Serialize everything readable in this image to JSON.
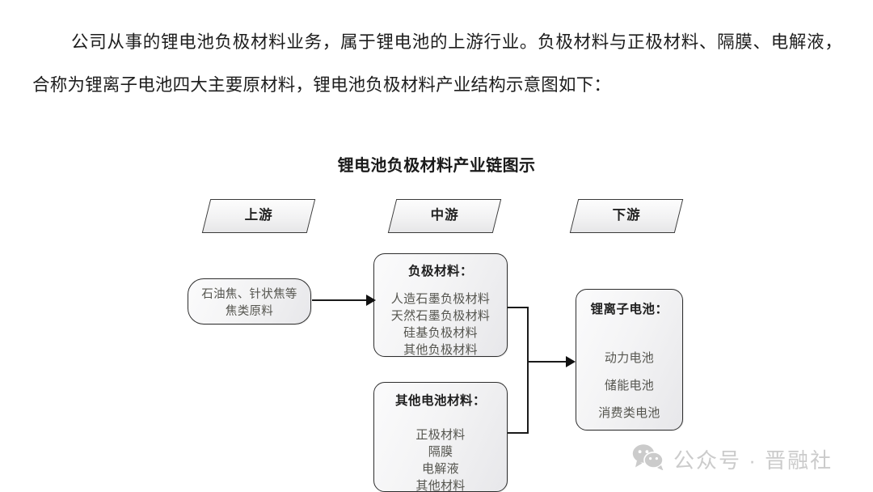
{
  "document": {
    "paragraph": "公司从事的锂电池负极材料业务，属于锂电池的上游行业。负极材料与正极材料、隔膜、电解液，合称为锂离子电池四大主要原材料，锂电池负极材料产业结构示意图如下："
  },
  "figure": {
    "title": "锂电池负极材料产业链图示",
    "stages": [
      {
        "id": "upstream",
        "label": "上游"
      },
      {
        "id": "midstream",
        "label": "中游"
      },
      {
        "id": "downstream",
        "label": "下游"
      }
    ],
    "nodes": {
      "upstream_raw": {
        "lines": [
          "石油焦、针状焦等",
          "焦类原料"
        ]
      },
      "anode_materials": {
        "title": "负极材料：",
        "items": [
          "人造石墨负极材料",
          "天然石墨负极材料",
          "硅基负极材料",
          "其他负极材料"
        ]
      },
      "other_battery_materials": {
        "title": "其他电池材料：",
        "items": [
          "正极材料",
          "隔膜",
          "电解液",
          "其他材料"
        ]
      },
      "lithium_battery": {
        "title": "锂离子电池：",
        "items": [
          "动力电池",
          "储能电池",
          "消费类电池"
        ]
      }
    },
    "edges": [
      {
        "from": "upstream_raw",
        "to": "anode_materials",
        "arrow": true
      },
      {
        "from": "anode_materials",
        "to": "lithium_battery",
        "arrow": true
      },
      {
        "from": "other_battery_materials",
        "to": "lithium_battery",
        "arrow": true
      }
    ]
  },
  "watermark": {
    "icon": "wechat-icon",
    "text": "公众号 · 晋融社",
    "color": "#c9c9c9"
  }
}
